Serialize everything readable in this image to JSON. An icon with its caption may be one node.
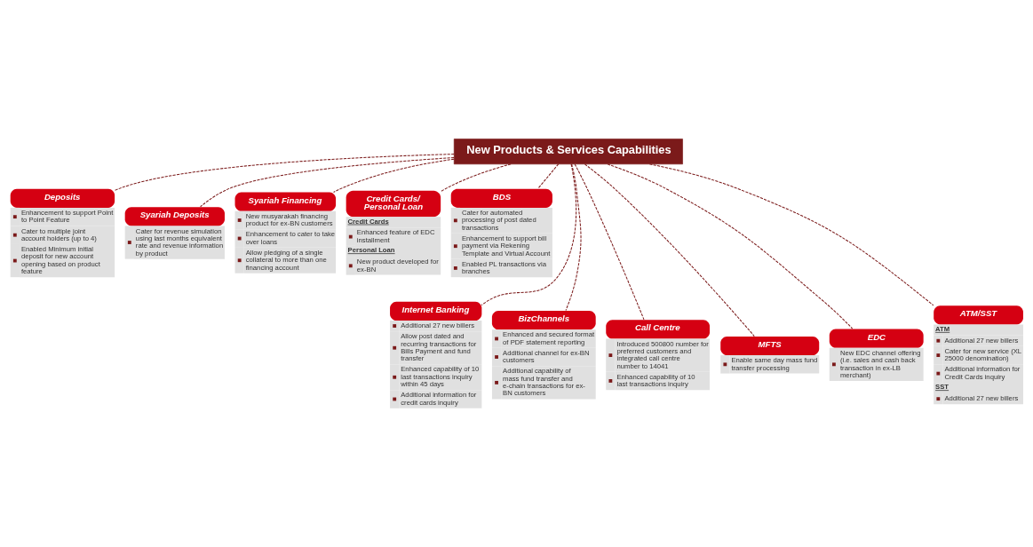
{
  "diagram": {
    "nodes": [
      {
        "text": [
          "New Products & Services Capabilities"
        ]
      },
      {
        "text": [
          "Deposits",
          "Enhancement to support Point to Point Feature",
          "Cater to multiple joint account holders (up to 4)",
          "Enabled Minimum initial deposit for new account opening based on product feature"
        ]
      },
      {
        "text": [
          "Syariah Deposits",
          "Cater for revenue simulation using last months equivalent rate and revenue information by product"
        ]
      },
      {
        "text": [
          "Syariah Financing",
          "New musyarakah financing product for ex-BN customers",
          "Enhancement to cater to take over loans",
          "Allow pledging of a single collateral to more than one financing account"
        ]
      },
      {
        "text": [
          "Credit Cards/ Personal Loan",
          "Credit Cards",
          "Enhanced feature of EDC installment",
          "Personal Loan",
          "New product developed for ex-BN"
        ]
      },
      {
        "text": [
          "BDS",
          "Cater for automated processing of post dated transactions",
          "Enhancement to support bill payment via Rekening Template and Virtual Account",
          "Enabled PL transactions via branches"
        ]
      },
      {
        "text": [
          "Internet Banking",
          "Additional 27 new billers",
          "Allow post dated and recurring transactions for Bills Payment and fund transfer",
          "Enhanced capability of 10 last transactions inquiry within 45 days",
          "Additional information for credit cards inquiry"
        ]
      },
      {
        "text": [
          "BizChannels",
          "Enhanced and secured format of PDF statement reporting",
          "Additional channel for ex-BN customers",
          "Additional capability of mass fund transfer and e-chain transactions for ex-BN customers"
        ]
      },
      {
        "text": [
          "Call Centre",
          "Introduced 500800 number for preferred customers and integrated call centre number to 14041",
          "Enhanced capability of 10 last transactions inquiry"
        ]
      },
      {
        "text": [
          "MFTS",
          "Enable same day mass fund transfer processing"
        ]
      },
      {
        "text": [
          "EDC",
          "New EDC channel offering (i.e. sales and cash back transaction in ex-LB merchant)"
        ]
      },
      {
        "text": [
          "ATM/SST",
          "ATM",
          "Additional 27 new billers",
          "Cater for new service (XL 25000 denomination)",
          "Additional information for Credit Cards inquiry",
          "SST",
          "Additional 27 new billers"
        ]
      }
    ],
    "edges": [
      {
        "from": 0,
        "to": 1,
        "arrow": "none",
        "style": "dashed"
      },
      {
        "from": 0,
        "to": 2,
        "arrow": "none",
        "style": "dashed"
      },
      {
        "from": 0,
        "to": 3,
        "arrow": "none",
        "style": "dashed"
      },
      {
        "from": 0,
        "to": 4,
        "arrow": "none",
        "style": "dashed"
      },
      {
        "from": 0,
        "to": 5,
        "arrow": "none",
        "style": "dashed"
      },
      {
        "from": 0,
        "to": 6,
        "arrow": "none",
        "style": "dashed"
      },
      {
        "from": 0,
        "to": 7,
        "arrow": "none",
        "style": "dashed"
      },
      {
        "from": 0,
        "to": 8,
        "arrow": "none",
        "style": "dashed"
      },
      {
        "from": 0,
        "to": 9,
        "arrow": "none",
        "style": "dashed"
      },
      {
        "from": 0,
        "to": 10,
        "arrow": "none",
        "style": "dashed"
      },
      {
        "from": 0,
        "to": 11,
        "arrow": "none",
        "style": "dashed"
      }
    ]
  }
}
